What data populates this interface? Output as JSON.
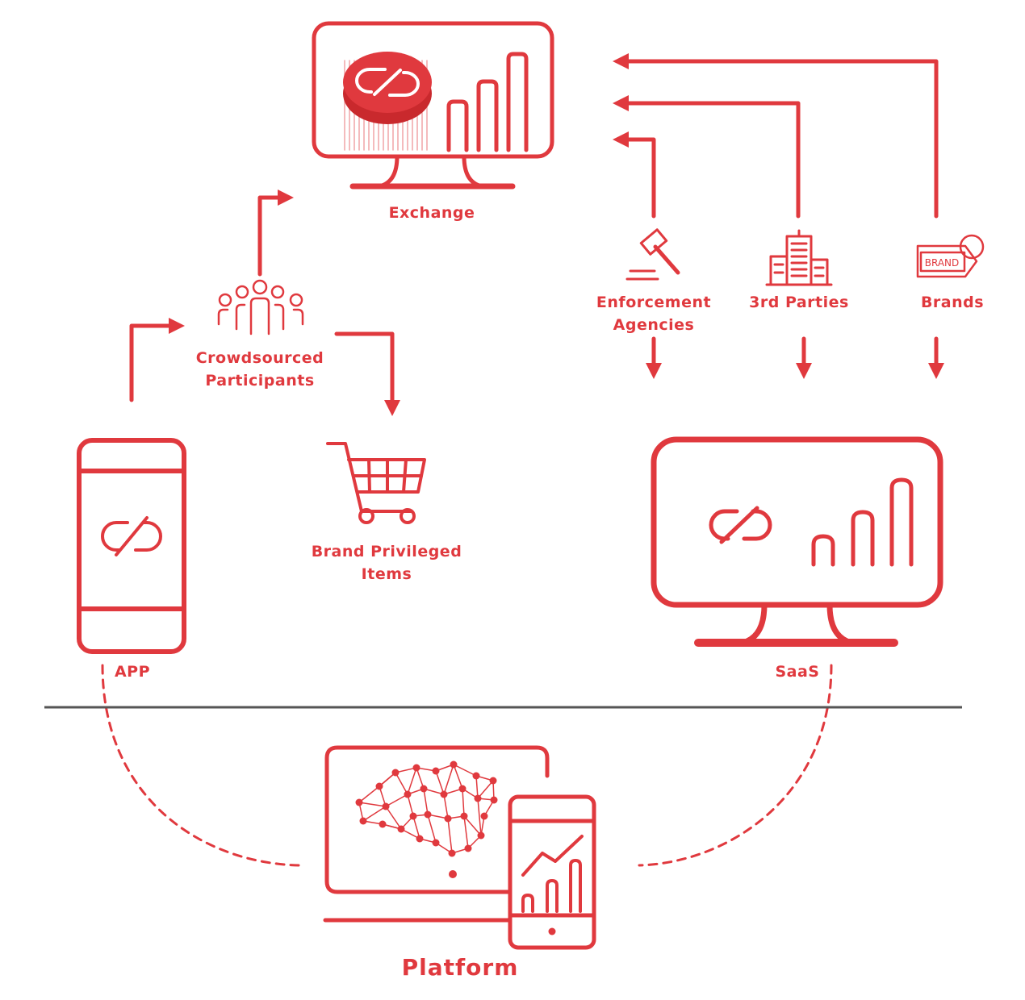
{
  "colors": {
    "accent": "#e0393e",
    "accent_dark": "#c9292d",
    "divider": "#555555",
    "background": "#ffffff"
  },
  "icons": [
    "exchange-monitor-icon",
    "coin-icon",
    "gavel-icon",
    "buildings-icon",
    "brand-tag-icon",
    "crowd-icon",
    "shopping-cart-icon",
    "app-phone-icon",
    "saas-monitor-icon",
    "ai-brain-laptop-icon",
    "analytics-phone-icon"
  ],
  "labels": {
    "exchange": "Exchange",
    "enforcement": [
      "Enforcement",
      "Agencies"
    ],
    "third_parties": "3rd Parties",
    "brands": "Brands",
    "crowd": [
      "Crowdsourced",
      "Participants"
    ],
    "cart": [
      "Brand Privileged",
      "Items"
    ],
    "app": "APP",
    "saas": "SaaS",
    "platform": "Platform",
    "brand_tag": "BRAND"
  }
}
